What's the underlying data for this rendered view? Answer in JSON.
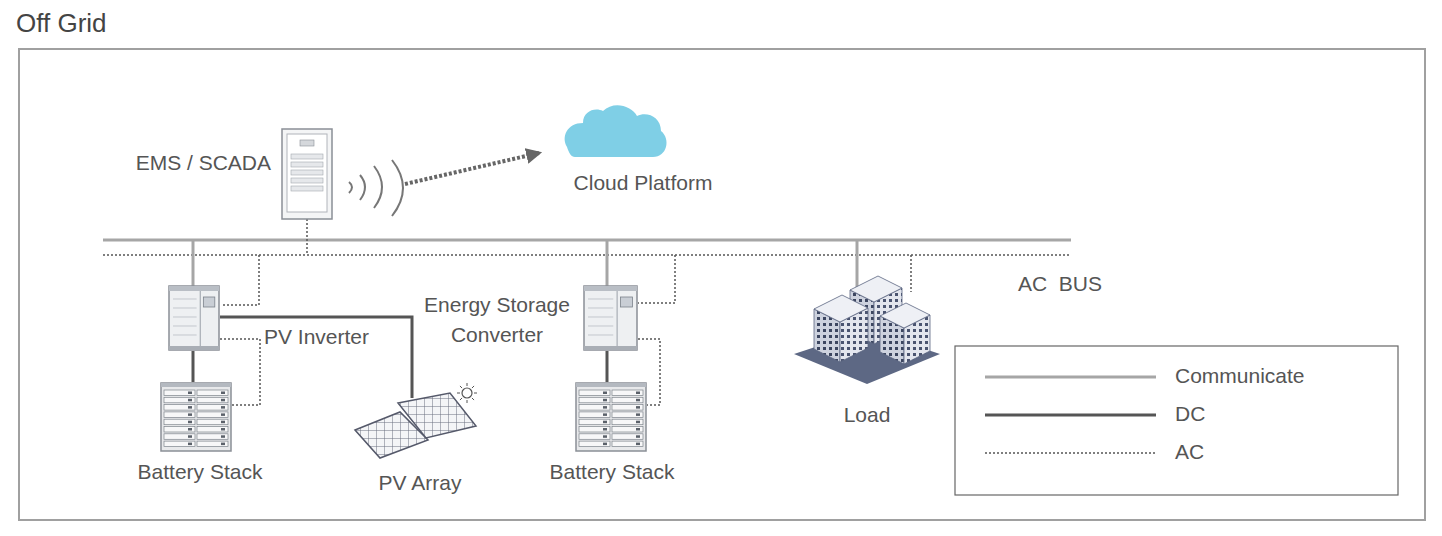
{
  "diagram": {
    "title": "Off Grid",
    "nodes": [
      {
        "text": [
          "EMS / SCADA"
        ]
      },
      {
        "text": [
          "Cloud Platform"
        ]
      },
      {
        "text": [
          "PV Inverter"
        ]
      },
      {
        "text": [
          "Battery Stack"
        ]
      },
      {
        "text": [
          "PV Array"
        ]
      },
      {
        "text": [
          "Energy Storage Converter"
        ]
      },
      {
        "text": [
          "Battery Stack"
        ]
      },
      {
        "text": [
          "Load"
        ]
      }
    ],
    "edges": [
      {
        "from": 0,
        "to": 1,
        "arrow": "to"
      },
      {
        "from": 2,
        "to": 3,
        "arrow": "none"
      },
      {
        "from": 2,
        "to": 3,
        "arrow": "none"
      },
      {
        "from": 2,
        "to": 4,
        "arrow": "none"
      },
      {
        "from": 5,
        "to": 6,
        "arrow": "none"
      },
      {
        "from": 5,
        "to": 6,
        "arrow": "none"
      }
    ],
    "labels": [
      "AC  BUS"
    ],
    "legend": [
      {
        "text": "Communicate"
      },
      {
        "text": "DC"
      },
      {
        "text": "AC"
      }
    ]
  }
}
